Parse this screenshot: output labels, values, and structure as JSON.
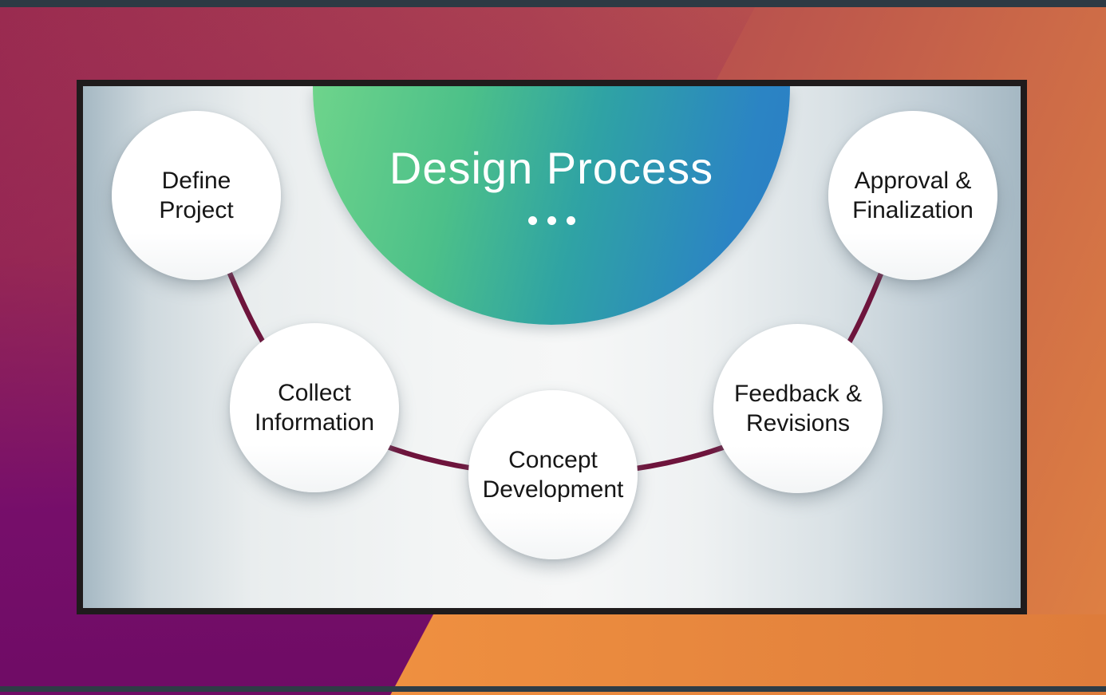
{
  "slide": {
    "title": "Design Process",
    "decoration": {
      "dots_count": 3
    },
    "steps": [
      {
        "id": 1,
        "label": "Define Project"
      },
      {
        "id": 2,
        "label": "Collect Information"
      },
      {
        "id": 3,
        "label": "Concept Development"
      },
      {
        "id": 4,
        "label": "Feedback & Revisions"
      },
      {
        "id": 5,
        "label": "Approval & Finalization"
      }
    ]
  },
  "colors": {
    "header_gradient_green": "#6ed48b",
    "header_gradient_blue": "#2a7dc6",
    "connector_line": "#6e143c",
    "node_fill": "#ffffff",
    "node_text": "#161616",
    "title_text": "#ffffff",
    "frame_border": "#1f1b1c",
    "edge_bars": "#2d3a44",
    "background_crimson_top_left": "#9a2b50",
    "background_purple_bottom_left": "#6d0b64",
    "background_brick_top_right": "#bb5450",
    "background_orange_bottom_right": "#e07d3c"
  }
}
